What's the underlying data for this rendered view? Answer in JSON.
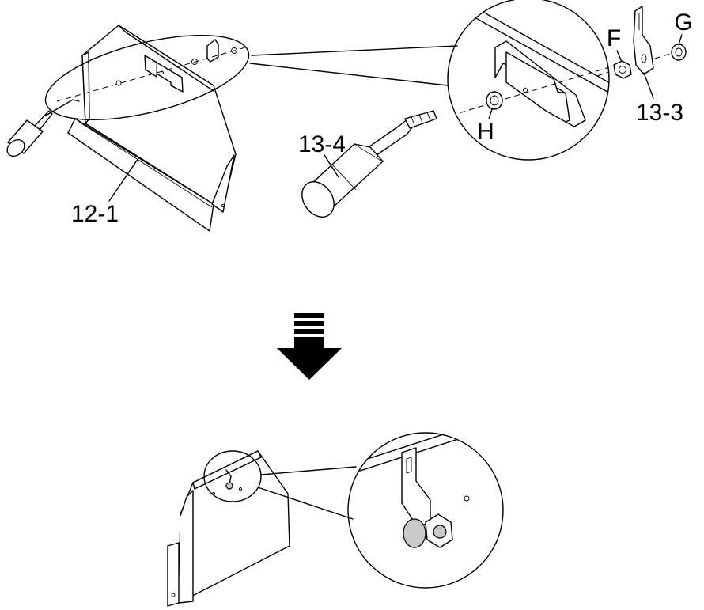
{
  "labels": {
    "part_12_1": "12-1",
    "part_13_4": "13-4",
    "part_13_3": "13-3",
    "hw_f": "F",
    "hw_g": "G",
    "hw_h": "H"
  }
}
